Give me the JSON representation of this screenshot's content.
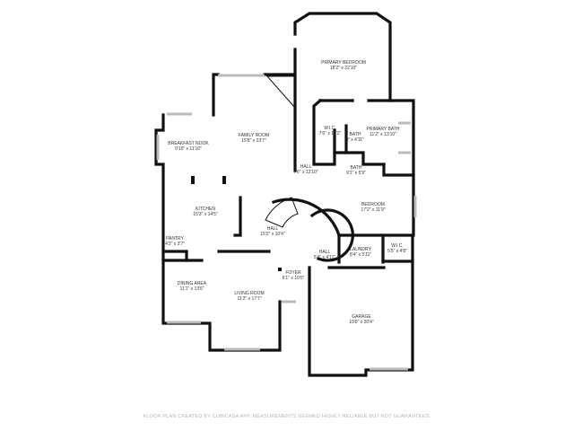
{
  "rooms": [
    {
      "name": "PRIMARY BEDROOM",
      "dims": "18'2\" x 22'10\""
    },
    {
      "name": "FAMILY ROOM",
      "dims": "15'8\" x 23'7\""
    },
    {
      "name": "BREAKFAST NOOK",
      "dims": "9'10\" x 11'10\""
    },
    {
      "name": "W.I.C.",
      "dims": "7'6\" x 12'2\""
    },
    {
      "name": "BATH",
      "dims": "2' x 4'11\""
    },
    {
      "name": "PRIMARY BATH",
      "dims": "11'2\" x 13'10\""
    },
    {
      "name": "HALL",
      "dims": "7'6\" x 12'10\""
    },
    {
      "name": "BATH",
      "dims": "9'1\" x 5'9\""
    },
    {
      "name": "BEDROOM",
      "dims": "17'2\" x 11'9\""
    },
    {
      "name": "KITCHEN",
      "dims": "15'3\" x 14'5\""
    },
    {
      "name": "HALL",
      "dims": "15'2\" x 10'4\""
    },
    {
      "name": "PANTRY",
      "dims": "4'3\" x 3'7\""
    },
    {
      "name": "LAUNDRY",
      "dims": "8'4\" x 5'11\""
    },
    {
      "name": "W.I.C.",
      "dims": "5'5\" x 4'8\""
    },
    {
      "name": "HALL",
      "dims": "5'4\" x 4'11\""
    },
    {
      "name": "FOYER",
      "dims": "6'1\" x 10'0\""
    },
    {
      "name": "DINING AREA",
      "dims": "11'1\" x 13'6\""
    },
    {
      "name": "LIVING ROOM",
      "dims": "11'2\" x 17'7\""
    },
    {
      "name": "GARAGE",
      "dims": "19'6\" x 20'4\""
    }
  ],
  "footer": "FLOOR PLAN CREATED BY CUBICASA APP. MEASUREMENTS DEEMED HIGHLY RELIABLE BUT NOT GUARANTEED."
}
